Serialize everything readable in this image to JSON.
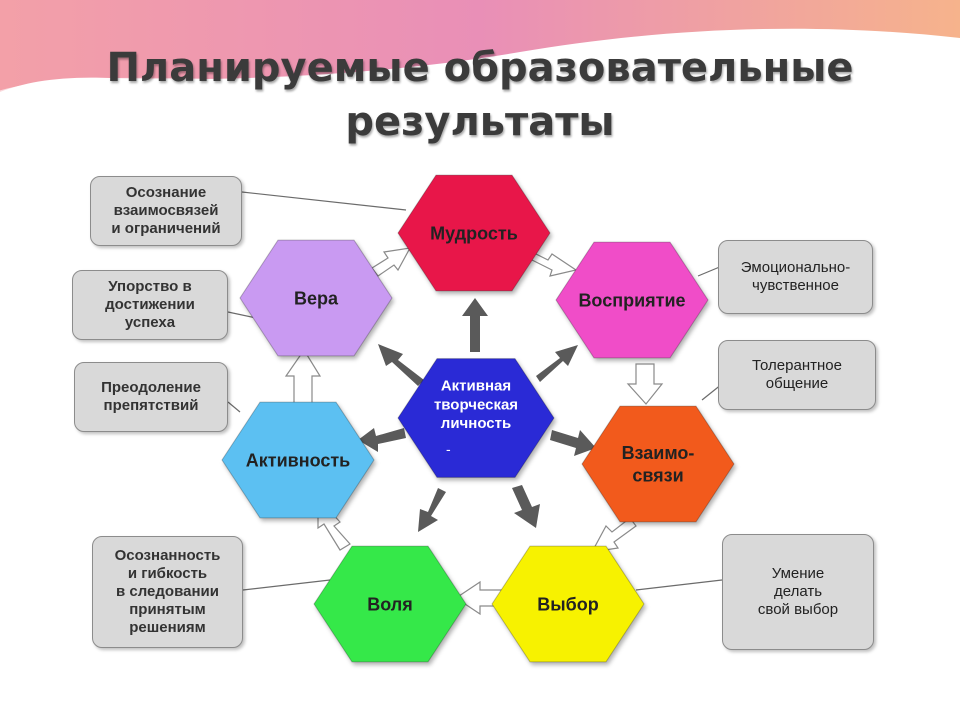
{
  "title": {
    "line1": "Планируемые образовательные",
    "line2": "результаты"
  },
  "hexagons": [
    {
      "id": "center",
      "label": "Активная\nтворческая\nличность",
      "extra": "-",
      "color": "#2a2ad6",
      "text_color": "#ffffff"
    },
    {
      "id": "wisdom",
      "label": "Мудрость",
      "color": "#e8194a",
      "text_color": "#222222"
    },
    {
      "id": "perception",
      "label": "Восприятие",
      "color": "#f04dc8",
      "text_color": "#222222"
    },
    {
      "id": "relations",
      "label": "Взаимо-\nсвязи",
      "color": "#f25a1e",
      "text_color": "#222222"
    },
    {
      "id": "choice",
      "label": "Выбор",
      "color": "#f7f200",
      "text_color": "#222222"
    },
    {
      "id": "will",
      "label": "Воля",
      "color": "#35e84a",
      "text_color": "#222222"
    },
    {
      "id": "activity",
      "label": "Активность",
      "color": "#5cc0f2",
      "text_color": "#222222"
    },
    {
      "id": "faith",
      "label": "Вера",
      "color": "#c99af2",
      "text_color": "#222222"
    }
  ],
  "callouts": [
    {
      "id": "awareness-relations",
      "text": "Осознание\nвзаимосвязей\nи ограничений"
    },
    {
      "id": "persistence",
      "text": "Упорство в\nдостижении\nуспеха"
    },
    {
      "id": "overcoming",
      "text": "Преодоление\nпрепятствий"
    },
    {
      "id": "awareness-flexibility",
      "text": "Осознанность\nи гибкость\nв следовании\nпринятым\nрешениям"
    },
    {
      "id": "emotional",
      "text": "Эмоционально-\nчувственное"
    },
    {
      "id": "tolerant",
      "text": "Толерантное\nобщение"
    },
    {
      "id": "choose",
      "text": "Умение\nделать\nсвой выбор"
    }
  ]
}
